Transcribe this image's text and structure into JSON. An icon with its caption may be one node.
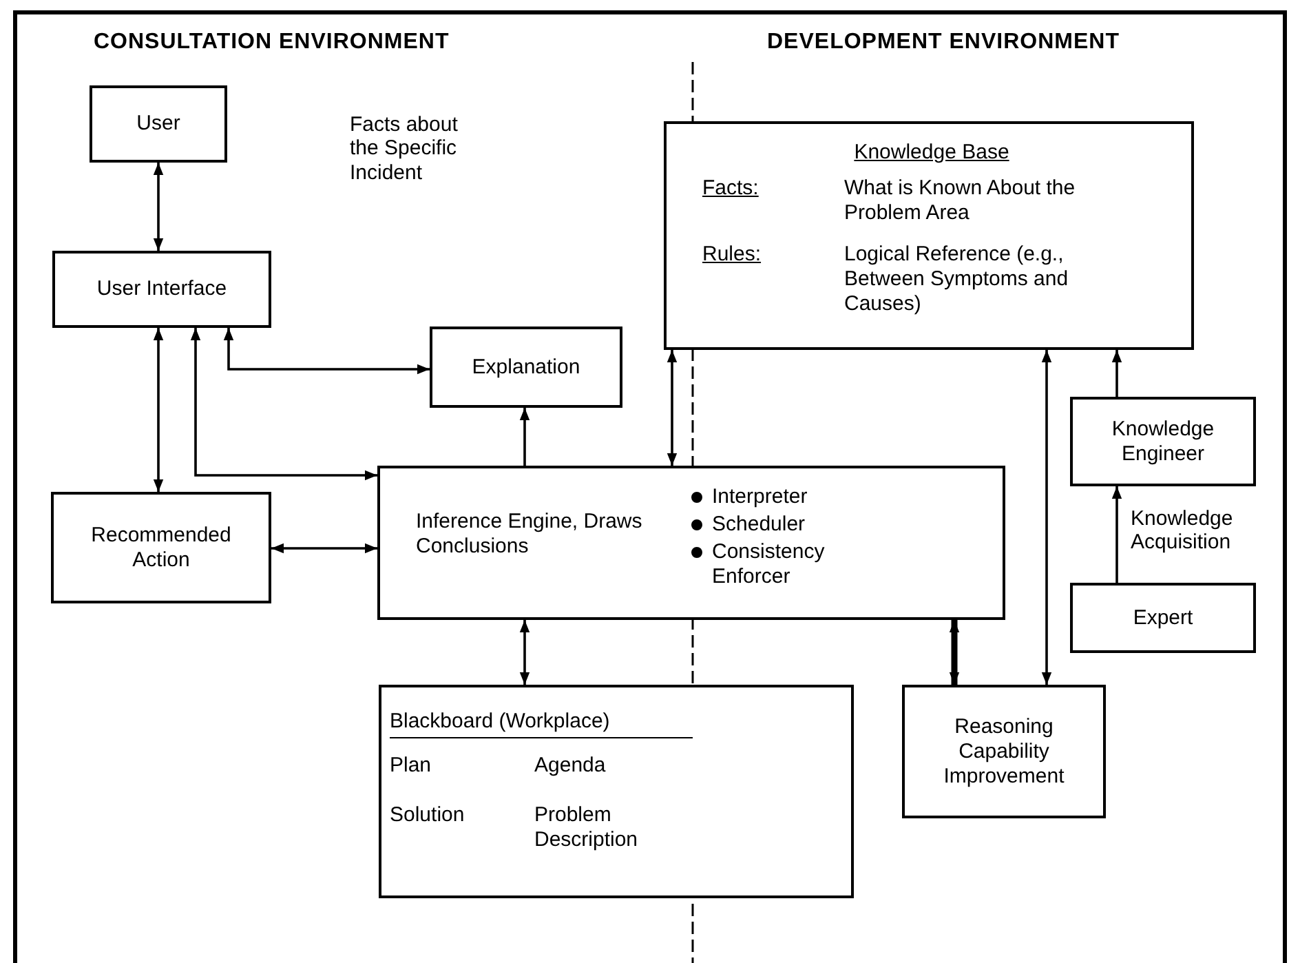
{
  "diagram": {
    "nodes": [
      {
        "text": [
          "User"
        ]
      },
      {
        "text": [
          "User Interface"
        ]
      },
      {
        "text": [
          "Explanation"
        ]
      },
      {
        "text": [
          "Knowledge Base",
          "Facts:",
          "What is Known About the Problem Area",
          "Rules:",
          "Logical Reference (e.g., Between Symptoms and Causes)"
        ]
      },
      {
        "text": [
          "Inference Engine, Draws Conclusions",
          "Interpreter",
          "Scheduler",
          "Consistency Enforcer"
        ]
      },
      {
        "text": [
          "Recommended Action"
        ]
      },
      {
        "text": [
          "Blackboard (Workplace)",
          "Plan",
          "Agenda",
          "Solution",
          "Problem Description"
        ]
      },
      {
        "text": [
          "Knowledge Engineer"
        ]
      },
      {
        "text": [
          "Expert"
        ]
      },
      {
        "text": [
          "Reasoning Capability Improvement"
        ]
      }
    ],
    "edges": [
      {
        "from": 0,
        "to": 1,
        "arrow": "both"
      },
      {
        "from": 1,
        "to": 5,
        "arrow": "both"
      },
      {
        "from": 1,
        "to": 4,
        "arrow": "both"
      },
      {
        "from": 1,
        "to": 2,
        "arrow": "both"
      },
      {
        "from": 4,
        "to": 2,
        "arrow": "to"
      },
      {
        "from": 5,
        "to": 4,
        "arrow": "both"
      },
      {
        "from": 4,
        "to": 3,
        "arrow": "both"
      },
      {
        "from": 4,
        "to": 6,
        "arrow": "both"
      },
      {
        "from": 4,
        "to": 9,
        "arrow": "both",
        "style": "thick"
      },
      {
        "from": 9,
        "to": 3,
        "arrow": "both"
      },
      {
        "from": 7,
        "to": 3,
        "arrow": "to"
      },
      {
        "from": 8,
        "to": 7,
        "arrow": "to",
        "label": "Knowledge Acquisition"
      }
    ],
    "labels": [
      "CONSULTATION ENVIRONMENT",
      "DEVELOPMENT ENVIRONMENT",
      "Facts about the Specific Incident"
    ]
  }
}
